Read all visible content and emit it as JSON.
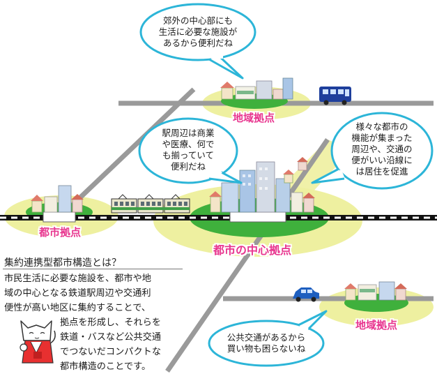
{
  "bubbles": {
    "top": [
      "郊外の中心部にも",
      "生活に必要な施設が",
      "あるから便利だね"
    ],
    "station": [
      "駅周辺は商業",
      "や医療、何で",
      "も揃っていて",
      "便利だね"
    ],
    "corridor": [
      "様々な都市の",
      "機能が集まった",
      "周辺や、交通の",
      "便がいい沿線に",
      "は居住を促進"
    ],
    "bottom": [
      "公共交通があるから",
      "買い物も困らないね"
    ]
  },
  "hubs": {
    "regional_top": "地域拠点",
    "city_left": "都市拠点",
    "center": "都市の中心拠点",
    "regional_bottom": "地域拠点"
  },
  "explanation": {
    "title": "集約連携型都市構造とは？",
    "lines": [
      "市民生活に必要な施設を、都市や地",
      "域の中心となる鉄道駅周辺や交通利",
      "便性が高い地区に集約することで、",
      "拠点を形成し、それらを",
      "鉄道・バスなど公共交通",
      "でつないだコンパクトな",
      "都市構造のことです。"
    ]
  },
  "colors": {
    "bubble_stroke": "#2cb5d8",
    "hub_ellipse": "#eef0a0",
    "green_base": "#3fb03c",
    "road": "#9a9a9a",
    "label_pink": "#e8368f",
    "bus": "#1e3f9c",
    "car": "#1e5fbf"
  }
}
